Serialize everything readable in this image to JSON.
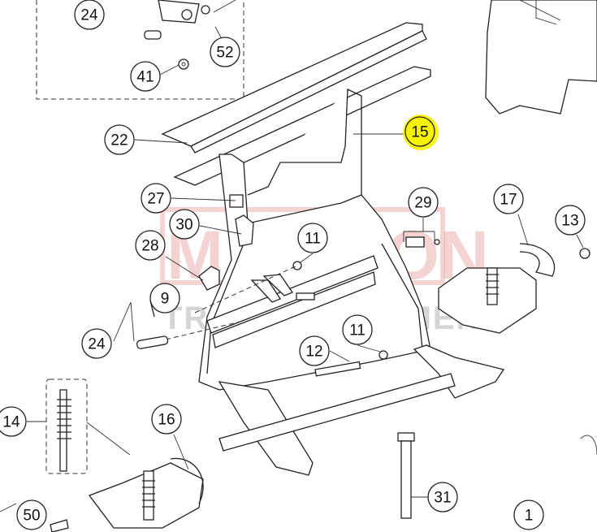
{
  "watermark": {
    "line1": "MADISON",
    "line2": "TRUCK EQUIPMENT"
  },
  "highlight_color": "#f7f200",
  "callouts": [
    {
      "id": "c24a",
      "label": "24"
    },
    {
      "id": "c52",
      "label": "52"
    },
    {
      "id": "c41",
      "label": "41"
    },
    {
      "id": "c22",
      "label": "22"
    },
    {
      "id": "c15",
      "label": "15",
      "highlighted": true
    },
    {
      "id": "c27",
      "label": "27"
    },
    {
      "id": "c30",
      "label": "30"
    },
    {
      "id": "c29",
      "label": "29"
    },
    {
      "id": "c17",
      "label": "17"
    },
    {
      "id": "c13",
      "label": "13"
    },
    {
      "id": "c28",
      "label": "28"
    },
    {
      "id": "c11a",
      "label": "11"
    },
    {
      "id": "c9",
      "label": "9"
    },
    {
      "id": "c24b",
      "label": "24"
    },
    {
      "id": "c11b",
      "label": "11"
    },
    {
      "id": "c12",
      "label": "12"
    },
    {
      "id": "c14",
      "label": "14"
    },
    {
      "id": "c16",
      "label": "16"
    },
    {
      "id": "c50",
      "label": "50"
    },
    {
      "id": "c31",
      "label": "31"
    },
    {
      "id": "c1",
      "label": "1"
    }
  ]
}
